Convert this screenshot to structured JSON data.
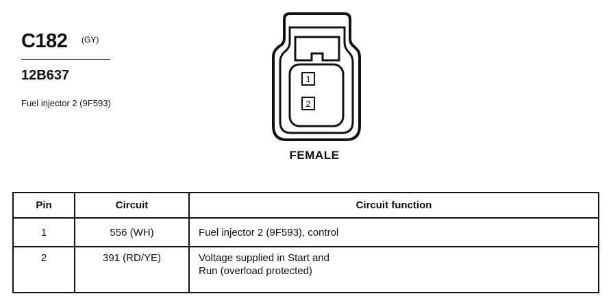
{
  "connector": {
    "id": "C182",
    "color_code": "(GY)",
    "part_number": "12B637",
    "description": "Fuel injector 2 (9F593)",
    "gender": "FEMALE",
    "cavities": [
      "1",
      "2"
    ]
  },
  "table": {
    "headers": [
      "Pin",
      "Circuit",
      "Circuit function"
    ],
    "rows": [
      {
        "pin": "1",
        "circuit": "556 (WH)",
        "function_lines": [
          "Fuel injector 2 (9F593), control"
        ]
      },
      {
        "pin": "2",
        "circuit": "391 (RD/YE)",
        "function_lines": [
          "Voltage supplied in Start and",
          "Run (overload protected)"
        ]
      }
    ]
  }
}
